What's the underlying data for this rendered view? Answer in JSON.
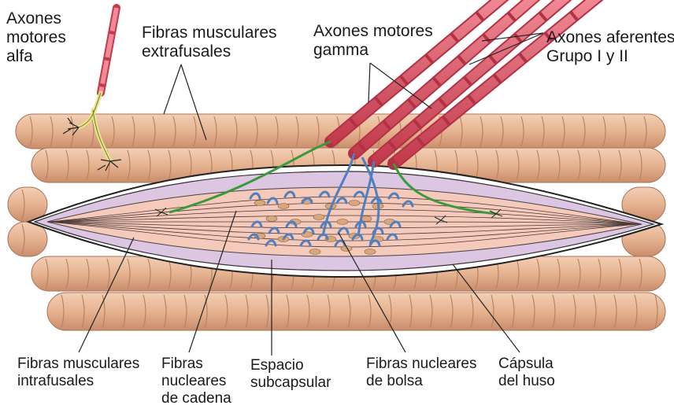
{
  "labels": {
    "alpha_motor_axons": "Axones\nmotores\nalfa",
    "extrafusal_fibers": "Fibras musculares\nextrafusales",
    "gamma_motor_axons": "Axones motores\ngamma",
    "afferent_axons": "Axones aferentes\nGrupo I y II",
    "intrafusal_fibers": "Fibras musculares\nintrafusales",
    "nuclear_chain_fibers": "Fibras\nnucleares\nde cadena",
    "subcapsular_space": "Espacio\nsubcapsular",
    "nuclear_bag_fibers": "Fibras nucleares\nde bolsa",
    "spindle_capsule": "Cápsula\ndel huso"
  },
  "colors": {
    "muscle_fiber": "#e8b898",
    "muscle_fiber_shadow": "#c98f6c",
    "capsule": "#dcc6e2",
    "intrafusal": "#f4c4b2",
    "nucleus": "#d9a77d",
    "axon_myelin": "#e06070",
    "alpha_axon_terminal": "#e6e68a",
    "gamma_axon_terminal": "#3a9a3a",
    "afferent_terminal": "#5a8ac2"
  }
}
